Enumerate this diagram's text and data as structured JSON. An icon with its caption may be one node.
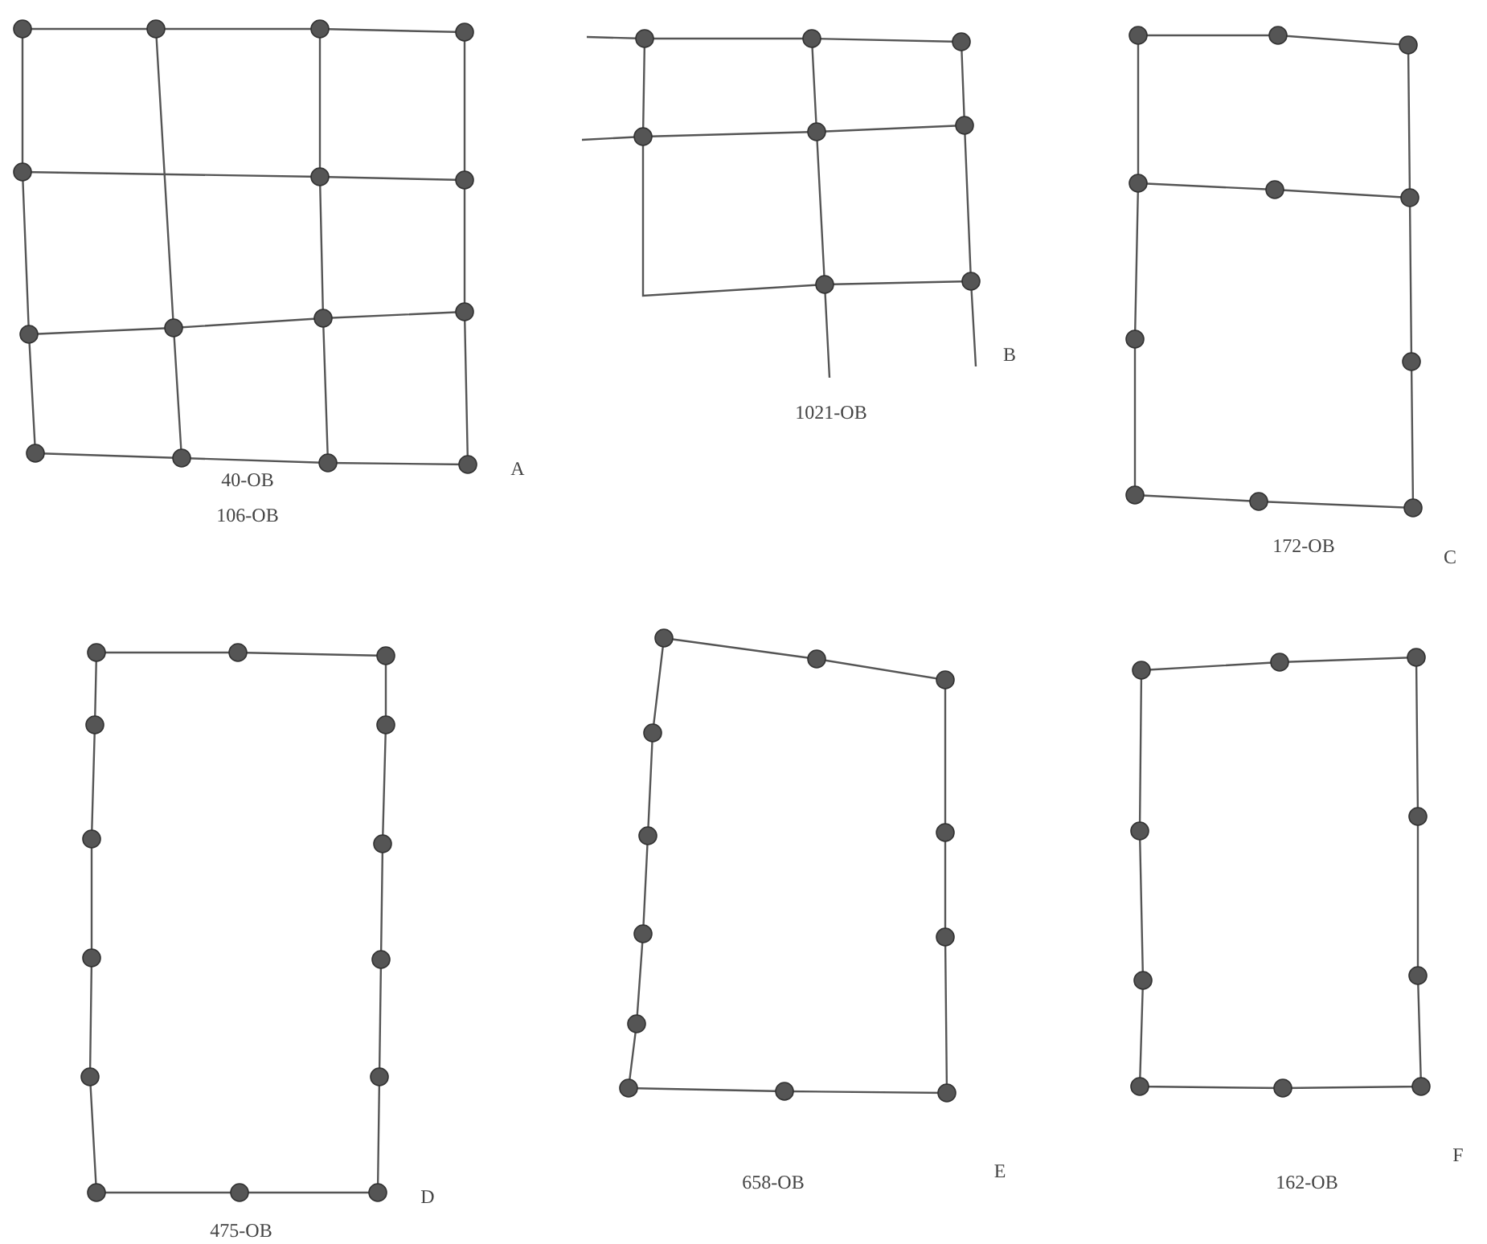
{
  "diagram": {
    "labels": [
      "40-OB",
      "106-OB",
      "A",
      "B",
      "1021-OB",
      "172-OB",
      "C",
      "D",
      "475-OB",
      "E",
      "658-OB",
      "F",
      "162-OB"
    ]
  }
}
